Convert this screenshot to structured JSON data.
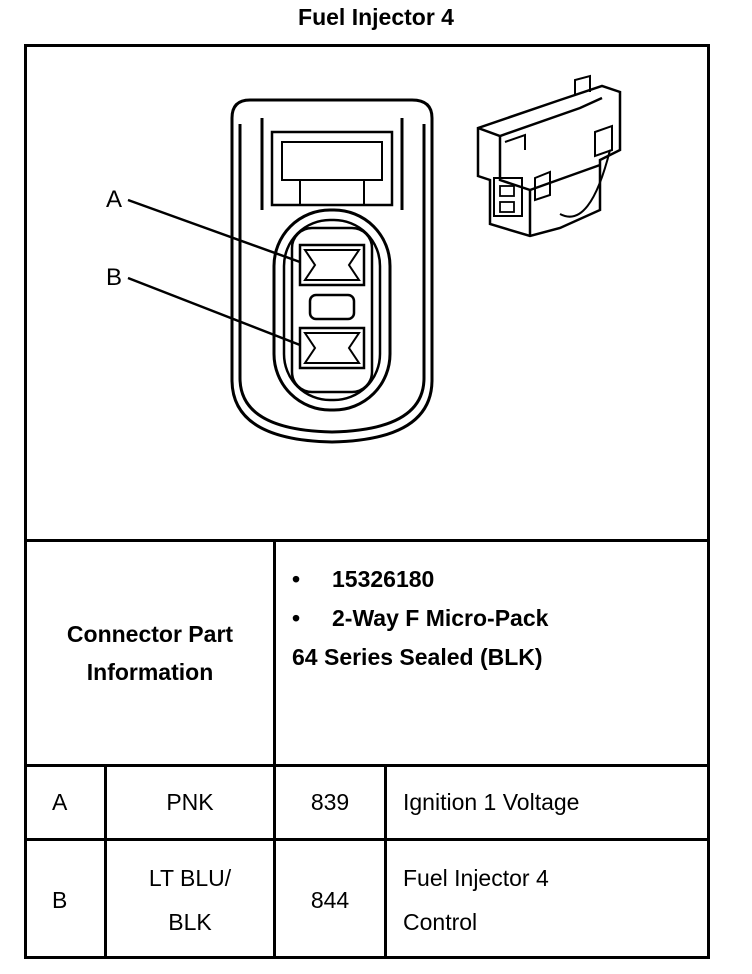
{
  "title": "Fuel Injector 4",
  "pin_labels": {
    "a": "A",
    "b": "B"
  },
  "part_info": {
    "label_line1": "Connector Part",
    "label_line2": "Information",
    "bullets": [
      "15326180",
      "2-Way F Micro-Pack"
    ],
    "extra_line": "64 Series Sealed (BLK)"
  },
  "pins": [
    {
      "pin": "A",
      "color": "PNK",
      "circuit": "839",
      "function": [
        "Ignition 1 Voltage"
      ]
    },
    {
      "pin": "B",
      "color": [
        "LT BLU/",
        "BLK"
      ],
      "circuit": "844",
      "function": [
        "Fuel Injector 4",
        "Control"
      ]
    }
  ]
}
